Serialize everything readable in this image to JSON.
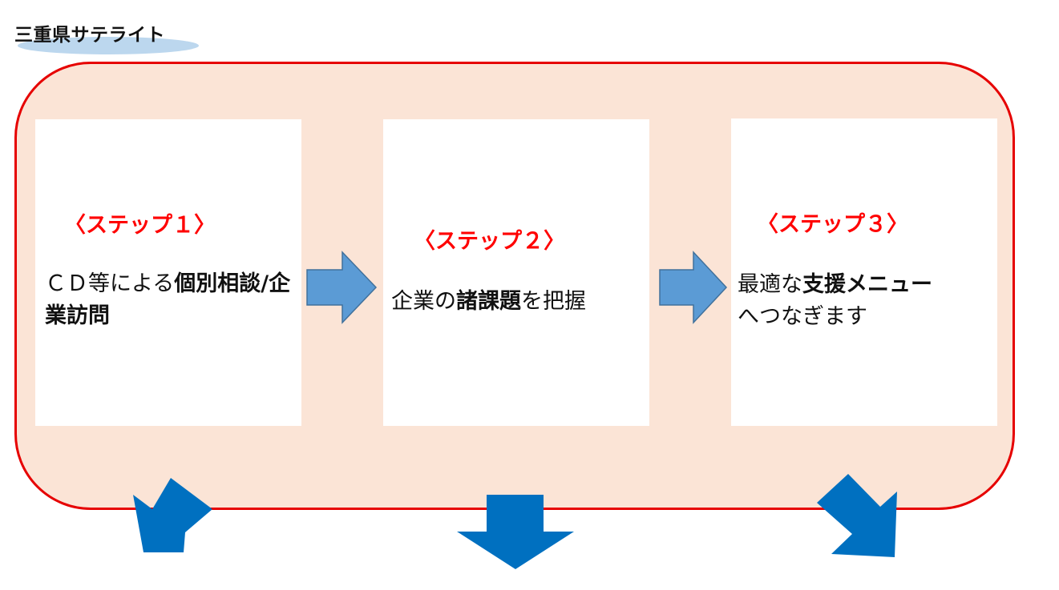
{
  "header": {
    "title": "三重県サテライト"
  },
  "colors": {
    "frame_fill": "#fbe4d6",
    "frame_border": "#e60000",
    "step_label": "#ff0000",
    "flow_arrow": "#5b9bd5",
    "down_arrow": "#0070c0",
    "title_ellipse": "#bcd7ee"
  },
  "steps": [
    {
      "label": "〈ステップ１〉",
      "desc": [
        {
          "text": "ＣＤ等による",
          "bold": false
        },
        {
          "text": "個別相談/企業訪問",
          "bold": true
        }
      ]
    },
    {
      "label": "〈ステップ２〉",
      "desc": [
        {
          "text": "企業の",
          "bold": false
        },
        {
          "text": "諸課題",
          "bold": true
        },
        {
          "text": "を把握",
          "bold": false
        }
      ]
    },
    {
      "label": "〈ステップ３〉",
      "desc": [
        {
          "text": "最適な",
          "bold": false
        },
        {
          "text": "支援メニュー",
          "bold": true
        },
        {
          "text": "へつなぎます",
          "bold": false
        }
      ]
    }
  ]
}
